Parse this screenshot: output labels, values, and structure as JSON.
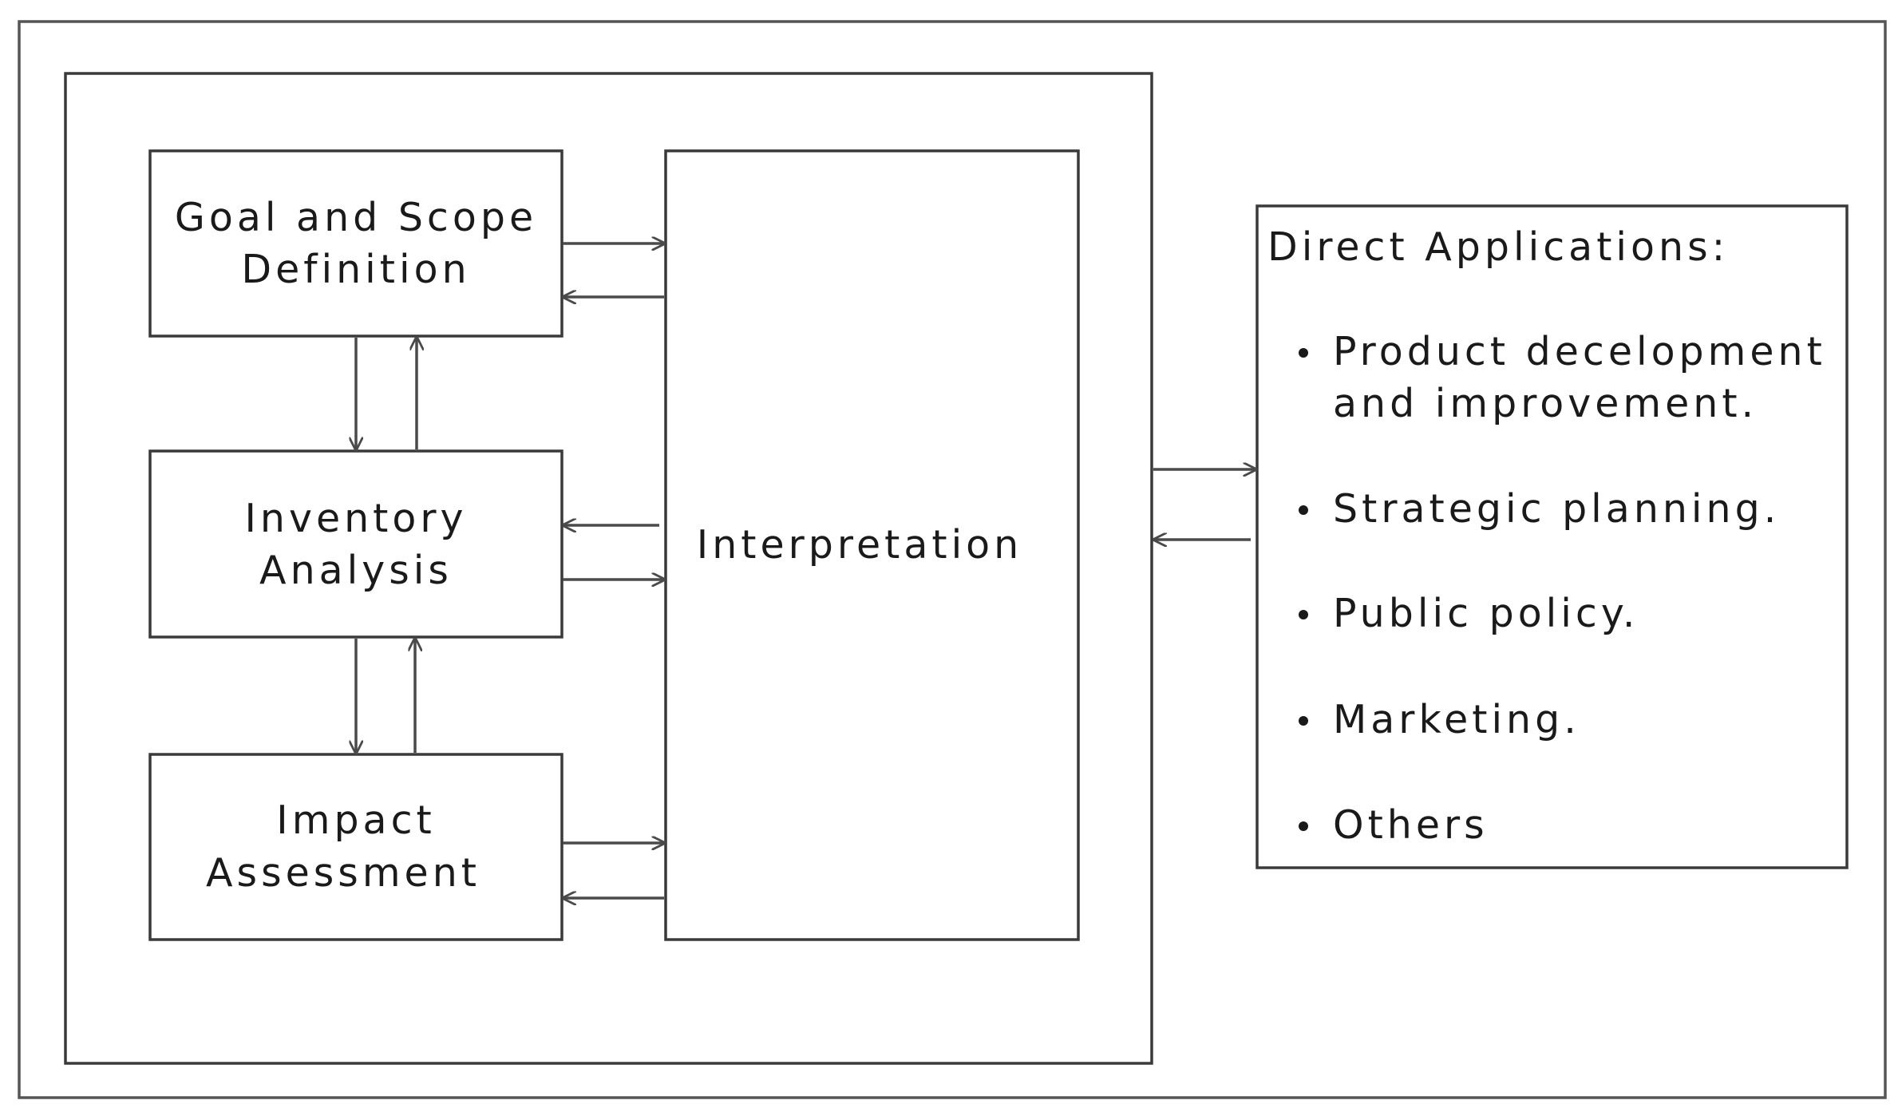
{
  "stages": {
    "goal": {
      "line1": "Goal and Scope",
      "line2": "Definition"
    },
    "inventory": {
      "line1": "Inventory",
      "line2": "Analysis"
    },
    "impact": {
      "line1": "Impact",
      "line2": "Assessment"
    }
  },
  "interpretation": "Interpretation",
  "applications": {
    "heading": "Direct Applications:",
    "items": [
      {
        "line1": "Product  decelopment",
        "line2": "and improvement."
      },
      {
        "line1": "Strategic planning."
      },
      {
        "line1": "Public policy."
      },
      {
        "line1": "Marketing."
      },
      {
        "line1": "Others"
      }
    ]
  },
  "colors": {
    "stroke": "#3a3a3a",
    "text": "#1a1a1a",
    "background": "#ffffff"
  }
}
